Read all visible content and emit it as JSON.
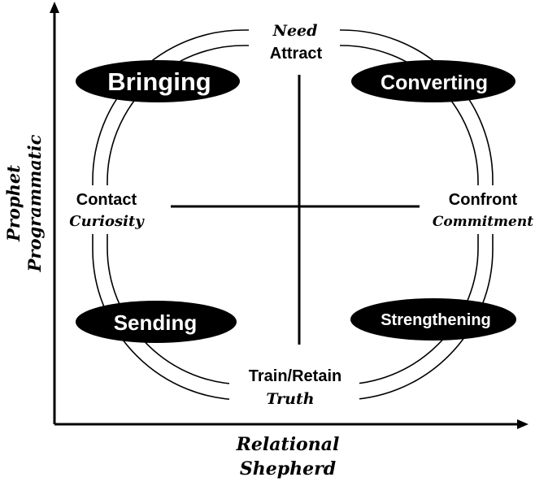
{
  "axes": {
    "y_label_line1": "Prophet",
    "y_label_line2": "Programmatic",
    "x_label_line1": "Relational",
    "x_label_line2": "Shepherd"
  },
  "top": {
    "script": "Need",
    "label": "Attract"
  },
  "left": {
    "label": "Contact",
    "script": "Curiosity"
  },
  "right": {
    "label": "Confront",
    "script": "Commitment"
  },
  "bottom": {
    "label": "Train/Retain",
    "script": "Truth"
  },
  "quadrants": {
    "top_left": "Bringing",
    "top_right": "Converting",
    "bottom_left": "Sending",
    "bottom_right": "Strengthening"
  },
  "colors": {
    "ink": "#000000",
    "paper": "#ffffff"
  }
}
